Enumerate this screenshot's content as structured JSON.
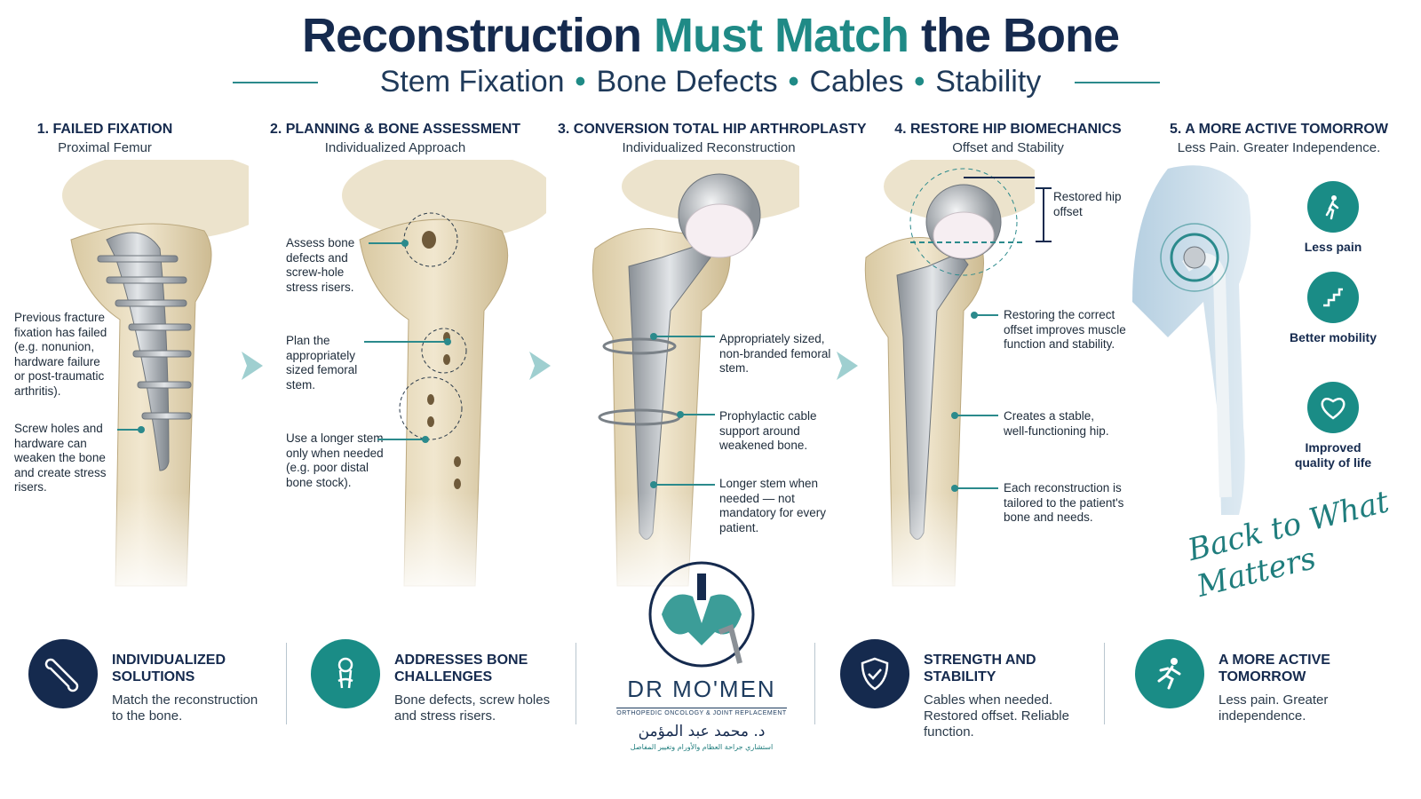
{
  "header": {
    "title_part1": "Reconstruction",
    "title_part2": "Must Match",
    "title_part3": "the Bone",
    "subtitle_items": [
      "Stem Fixation",
      "Bone Defects",
      "Cables",
      "Stability"
    ],
    "subtitle_separator": "•"
  },
  "steps": [
    {
      "title": "1.  FAILED FIXATION",
      "subtitle": "Proximal Femur"
    },
    {
      "title": "2.  PLANNING & BONE ASSESSMENT",
      "subtitle": "Individualized Approach"
    },
    {
      "title": "3.  CONVERSION TOTAL HIP ARTHROPLASTY",
      "subtitle": "Individualized Reconstruction"
    },
    {
      "title": "4.  RESTORE HIP BIOMECHANICS",
      "subtitle": "Offset and Stability"
    },
    {
      "title": "5.  A MORE ACTIVE TOMORROW",
      "subtitle": "Less Pain. Greater Independence."
    }
  ],
  "annotations": {
    "p1_a": "Previous fracture fixation has failed (e.g. nonunion, hardware failure or post-traumatic arthritis).",
    "p1_b": "Screw holes and hardware can weaken the bone and create stress risers.",
    "p2_a": "Assess bone defects and screw-hole stress risers.",
    "p2_b": "Plan the appropriately sized femoral stem.",
    "p2_c": "Use a longer stem only when needed (e.g. poor distal bone stock).",
    "p3_a": "Appropriately sized, non-branded femoral stem.",
    "p3_b": "Prophylactic cable support around weakened bone.",
    "p3_c": "Longer stem when needed — not mandatory for every patient.",
    "p4_offset": "Restored hip offset",
    "p4_a": "Restoring the correct offset improves muscle function and stability.",
    "p4_b": "Creates a stable, well-functioning hip.",
    "p4_c": "Each reconstruction is tailored to the patient's bone and needs."
  },
  "benefits": [
    {
      "label": "Less pain",
      "icon": "walking-person-icon"
    },
    {
      "label": "Better mobility",
      "icon": "stairs-icon"
    },
    {
      "label": "Improved quality of life",
      "icon": "heart-icon"
    }
  ],
  "script_text": "Back to What Matters",
  "features": [
    {
      "title": "INDIVIDUALIZED SOLUTIONS",
      "text": "Match the reconstruction to the bone.",
      "icon": "bone-icon",
      "color": "#152a4e"
    },
    {
      "title": "ADDRESSES BONE CHALLENGES",
      "text": "Bone defects, screw holes and stress risers.",
      "icon": "hip-joint-icon",
      "color": "#1a8c86"
    },
    {
      "title": "STRENGTH AND STABILITY",
      "text": "Cables when needed. Restored offset. Reliable function.",
      "icon": "shield-check-icon",
      "color": "#152a4e"
    },
    {
      "title": "A MORE ACTIVE TOMORROW",
      "text": "Less pain. Greater independence.",
      "icon": "running-person-icon",
      "color": "#1a8c86"
    }
  ],
  "logo": {
    "name": "DR MO'MEN",
    "tagline": "ORTHOPEDIC ONCOLOGY & JOINT REPLACEMENT",
    "arabic_name": "د. محمد عبد المؤمن",
    "arabic_tagline": "استشاري جراحة العظام والأورام وتغيير المفاصل"
  },
  "colors": {
    "navy": "#152a4e",
    "teal": "#1a8c86",
    "bone": "#e8dcc0",
    "metal": "#a9adb3"
  }
}
